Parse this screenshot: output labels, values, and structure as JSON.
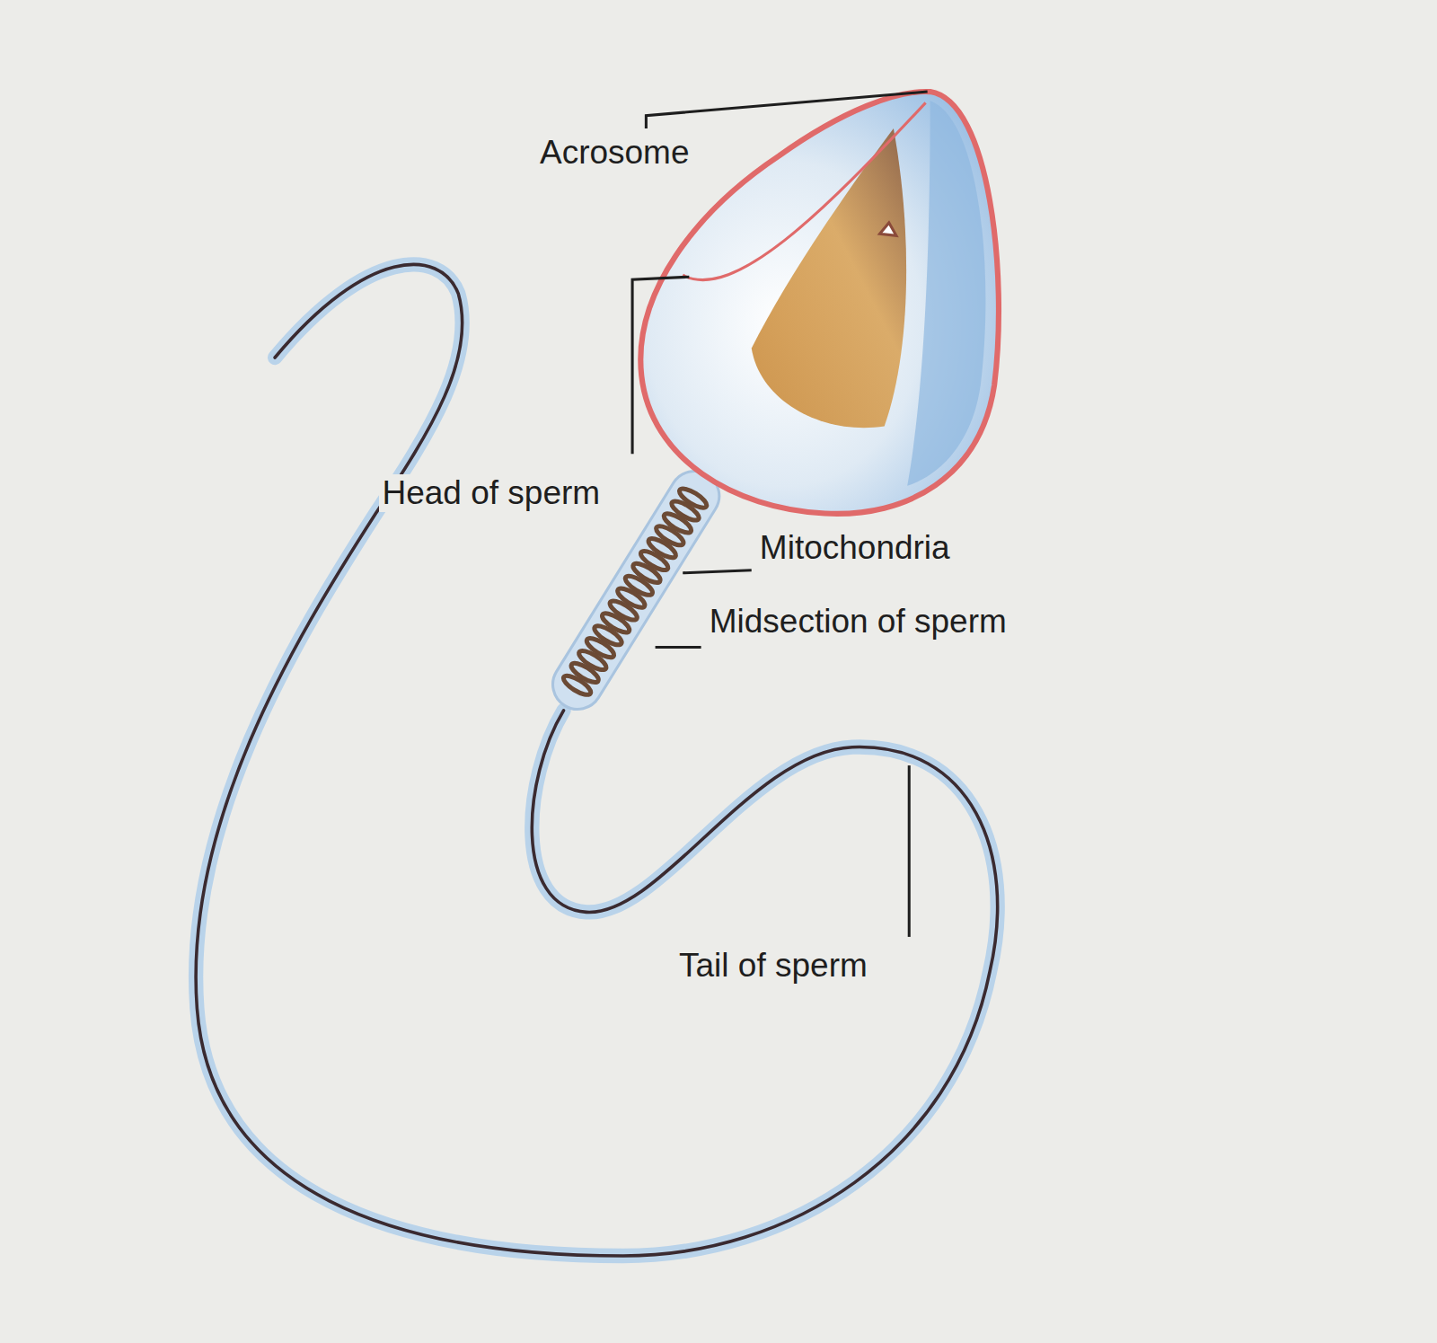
{
  "diagram": {
    "labels": [
      "Acrosome",
      "Head of sperm",
      "Mitochondria",
      "Midsection of sperm",
      "Tail of sperm"
    ]
  }
}
